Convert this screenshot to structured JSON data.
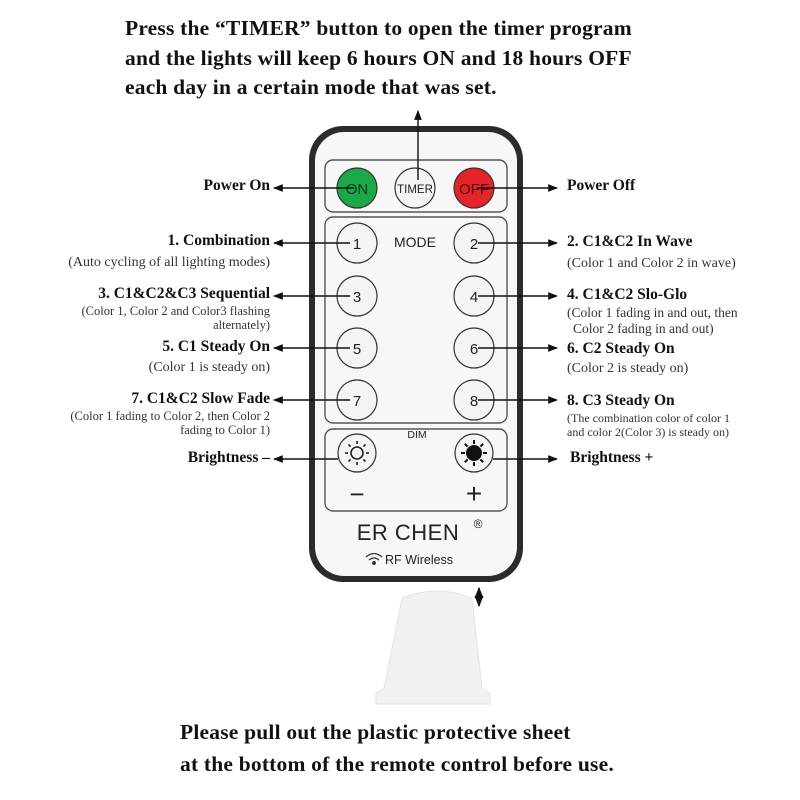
{
  "header": {
    "line1": "Press the “TIMER” button to open the timer program",
    "line2": "and the lights will keep 6 hours ON and 18 hours OFF",
    "line3": "each day in a certain mode that was set."
  },
  "footer": {
    "line1": "Please pull out the plastic protective sheet",
    "line2": "at the bottom of the remote control before use."
  },
  "remote": {
    "on_label": "ON",
    "timer_label": "TIMER",
    "off_label": "OFF",
    "mode_label": "MODE",
    "dim_label": "DIM",
    "minus": "−",
    "plus": "+",
    "brand": "ER CHEN",
    "trademark": "®",
    "wireless": "RF Wireless",
    "buttons": [
      "1",
      "2",
      "3",
      "4",
      "5",
      "6",
      "7",
      "8"
    ],
    "colors": {
      "on": "#1aa84b",
      "off": "#e5242a",
      "body": "#2b2b2b"
    }
  },
  "callouts": {
    "power_on": "Power On",
    "power_off": "Power Off",
    "m1_title": "1. Combination",
    "m1_desc": "(Auto cycling of all lighting modes)",
    "m2_title": "2. C1&C2 In Wave",
    "m2_desc": "(Color 1 and Color 2 in wave)",
    "m3_title": "3. C1&C2&C3 Sequential",
    "m3_desc1": "(Color 1, Color 2 and Color3 flashing",
    "m3_desc2": "alternately)",
    "m4_title": "4. C1&C2 Slo-Glo",
    "m4_desc1": "(Color 1 fading in and out, then",
    "m4_desc2": "Color 2 fading in and out)",
    "m5_title": "5. C1 Steady On",
    "m5_desc": "(Color 1 is steady on)",
    "m6_title": "6. C2 Steady On",
    "m6_desc": "(Color 2 is steady on)",
    "m7_title": "7. C1&C2 Slow Fade",
    "m7_desc1": "(Color 1 fading to Color 2, then Color 2",
    "m7_desc2": "fading to Color 1)",
    "m8_title": "8. C3 Steady On",
    "m8_desc1": "(The combination color of color 1",
    "m8_desc2": "and color 2(Color 3) is steady on)",
    "bright_minus": "Brightness –",
    "bright_plus": "Brightness +"
  }
}
